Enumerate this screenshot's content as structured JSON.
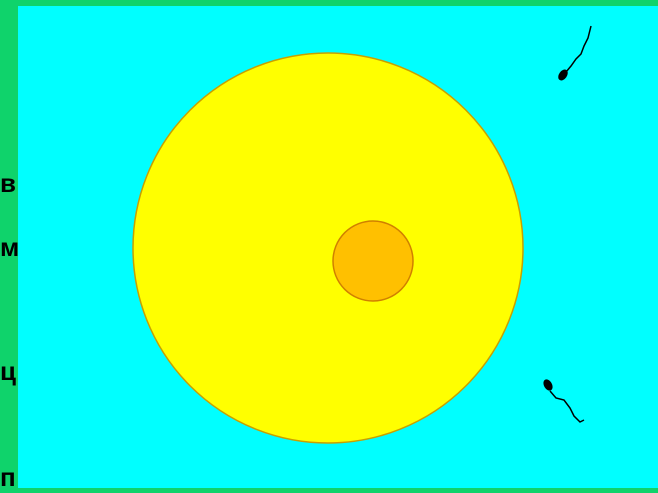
{
  "colors": {
    "background": "#0fd36b",
    "panel": "#00ffff",
    "egg_fill": "#ffff00",
    "egg_outline": "#c8a000",
    "nucleus_fill": "#ffc000",
    "nucleus_outline": "#d08000",
    "sperm": "#000000"
  },
  "side_text": {
    "line1": "в",
    "line2": "м",
    "line3": "ц",
    "line4": "п"
  },
  "illustration": {
    "egg": "egg-cell",
    "nucleus": "nucleus",
    "sperm_count": 2
  }
}
